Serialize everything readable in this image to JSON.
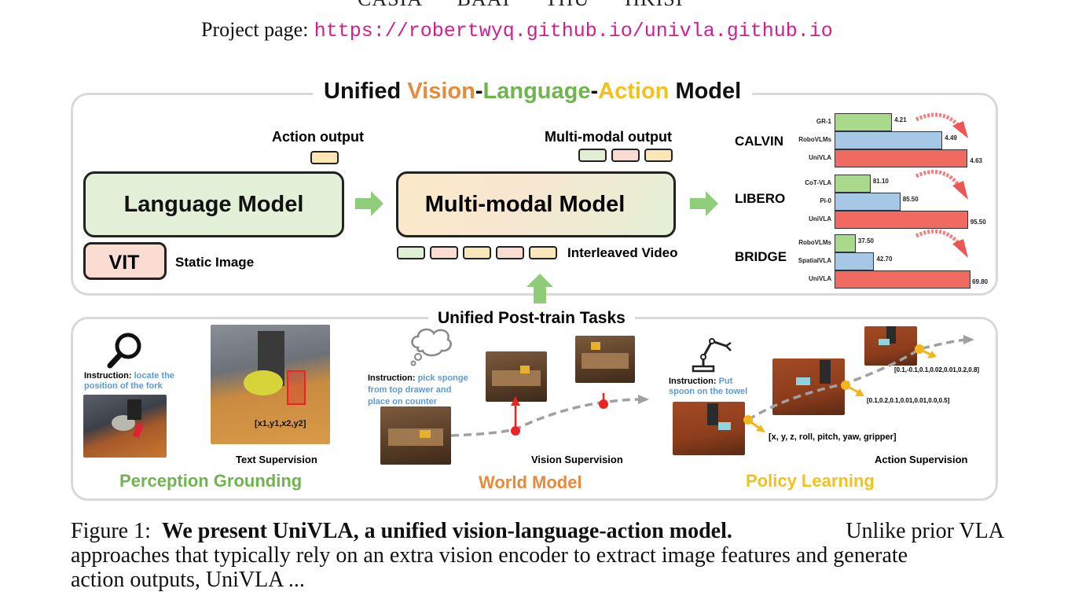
{
  "header": {
    "affiliations": "CASIA      BAAI      THU      HKISI",
    "project_label": "Project page:",
    "project_url": "https://robertwyq.github.io/univla.github.io"
  },
  "top_panel": {
    "title_prefix": "Unified",
    "title_vision": "Vision",
    "title_dash1": "-",
    "title_language": "Language",
    "title_dash2": "-",
    "title_action": "Action",
    "title_suffix": "Model",
    "action_output": "Action output",
    "multimodal_output": "Multi-modal output",
    "language_model": "Language Model",
    "multimodal_model": "Multi-modal Model",
    "vit": "VIT",
    "static_image": "Static Image",
    "interleaved_video": "Interleaved Video"
  },
  "colors": {
    "vision": "#e8893b",
    "language": "#6fb44e",
    "action": "#f2c21b",
    "url": "#d21f8f",
    "green_bar": "#a9d98a",
    "blue_bar": "#a6c8e6",
    "red_bar": "#f06a62",
    "instr_blue": "#5b9bd5"
  },
  "chart_data": [
    {
      "type": "bar",
      "label": "CALVIN",
      "categories": [
        "GR-1",
        "RoboVLMs",
        "UniVLA"
      ],
      "values": [
        4.21,
        4.49,
        4.63
      ],
      "value_labels": [
        "4.21",
        "4.49",
        "4.63"
      ],
      "xlim": [
        3.9,
        4.65
      ]
    },
    {
      "type": "bar",
      "label": "LIBERO",
      "categories": [
        "CoT-VLA",
        "Pi-0",
        "UniVLA"
      ],
      "values": [
        81.1,
        85.5,
        95.5
      ],
      "value_labels": [
        "81.10",
        "85.50",
        "95.50"
      ],
      "xlim": [
        76,
        96
      ]
    },
    {
      "type": "bar",
      "label": "BRIDGE",
      "categories": [
        "RoboVLMs",
        "SpatialVLA",
        "UniVLA"
      ],
      "values": [
        37.5,
        42.7,
        69.8
      ],
      "value_labels": [
        "37.50",
        "42.70",
        "69.80"
      ],
      "xlim": [
        32,
        70
      ]
    }
  ],
  "bottom_panel": {
    "title": "Unified Post-train Tasks",
    "perception": {
      "instr_label": "Instruction:",
      "instr_text_1": "locate the",
      "instr_text_2": "position of the fork",
      "bbox_text": "[x1,y1,x2,y2]",
      "supervision": "Text Supervision",
      "name": "Perception Grounding"
    },
    "world": {
      "instr_label": "Instruction:",
      "instr_text_1": "pick sponge",
      "instr_text_2": "from top drawer and",
      "instr_text_3": "place on counter",
      "supervision": "Vision Supervision",
      "name": "World Model"
    },
    "policy": {
      "instr_label": "Instruction:",
      "instr_text_1": "Put",
      "instr_text_2": "spoon on the towel",
      "vec_top": "[0.1,-0.1,0.1,0.02,0.01,0.2,0.8]",
      "vec_mid": "[0.1,0.2,0.1,0.01,0.01,0.0,0.5]",
      "vec_bottom": "[x, y, z, roll, pitch, yaw, gripper]",
      "supervision": "Action Supervision",
      "name": "Policy Learning"
    }
  },
  "caption": {
    "prefix": "Figure 1:",
    "bold": "We present UniVLA, a unified vision-language-action model.",
    "line1_rest": "Unlike prior VLA",
    "line2": "approaches that typically rely on an extra vision encoder to extract image features and generate",
    "line3": "action outputs, UniVLA ..."
  }
}
